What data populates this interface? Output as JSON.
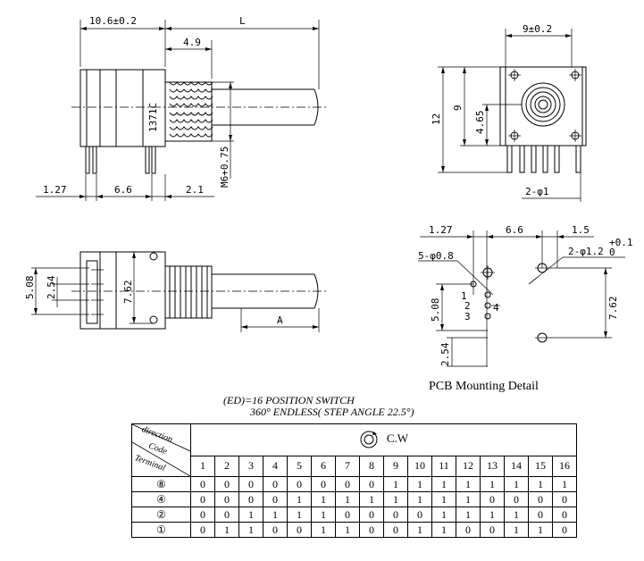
{
  "dimensions": {
    "body_length": "10.6±0.2",
    "shaft_length": "L",
    "bushing_length": "4.9",
    "thread": "M6+0.75",
    "pin_pitch_left": "1.27",
    "pin_span": "6.6",
    "pin_right": "2.1",
    "width": "9±0.2",
    "height_12": "12",
    "height_9": "9",
    "height_465": "4.65",
    "hole_2x1": "2-φ1",
    "bottom_508": "5.08",
    "bottom_254": "2.54",
    "bottom_762": "7.62",
    "bottom_A": "A",
    "body_mark": "1371C"
  },
  "pcb": {
    "d127": "1.27",
    "d66": "6.6",
    "d15": "1.5",
    "holes_small": "5-φ0.8",
    "holes_large": "2-φ1.2",
    "tol_plus": "+0.1",
    "tol_zero": "0",
    "d508": "5.08",
    "d762": "7.62",
    "d254": "2.54",
    "pin_labels": [
      "1",
      "2",
      "3",
      "4"
    ],
    "caption": "PCB Mounting  Detail"
  },
  "switch": {
    "title_line1": "(ED)=16 POSITION SWITCH",
    "title_line2": "360° ENDLESS( STEP ANGLE 22.5°)",
    "corner_direction": "direction",
    "corner_code": "Code",
    "corner_terminal": "Terminal",
    "rotation_label": "C.W",
    "positions": [
      "1",
      "2",
      "3",
      "4",
      "5",
      "6",
      "7",
      "8",
      "9",
      "10",
      "11",
      "12",
      "13",
      "14",
      "15",
      "16"
    ],
    "rows": [
      {
        "terminal": "⑧",
        "values": [
          "0",
          "0",
          "0",
          "0",
          "0",
          "0",
          "0",
          "0",
          "1",
          "1",
          "1",
          "1",
          "1",
          "1",
          "1",
          "1"
        ]
      },
      {
        "terminal": "④",
        "values": [
          "0",
          "0",
          "0",
          "0",
          "1",
          "1",
          "1",
          "1",
          "1",
          "1",
          "1",
          "1",
          "0",
          "0",
          "0",
          "0"
        ]
      },
      {
        "terminal": "②",
        "values": [
          "0",
          "0",
          "1",
          "1",
          "1",
          "1",
          "0",
          "0",
          "0",
          "0",
          "1",
          "1",
          "1",
          "1",
          "0",
          "0"
        ]
      },
      {
        "terminal": "①",
        "values": [
          "0",
          "1",
          "1",
          "0",
          "0",
          "1",
          "1",
          "0",
          "0",
          "1",
          "1",
          "0",
          "0",
          "1",
          "1",
          "0"
        ]
      }
    ]
  }
}
